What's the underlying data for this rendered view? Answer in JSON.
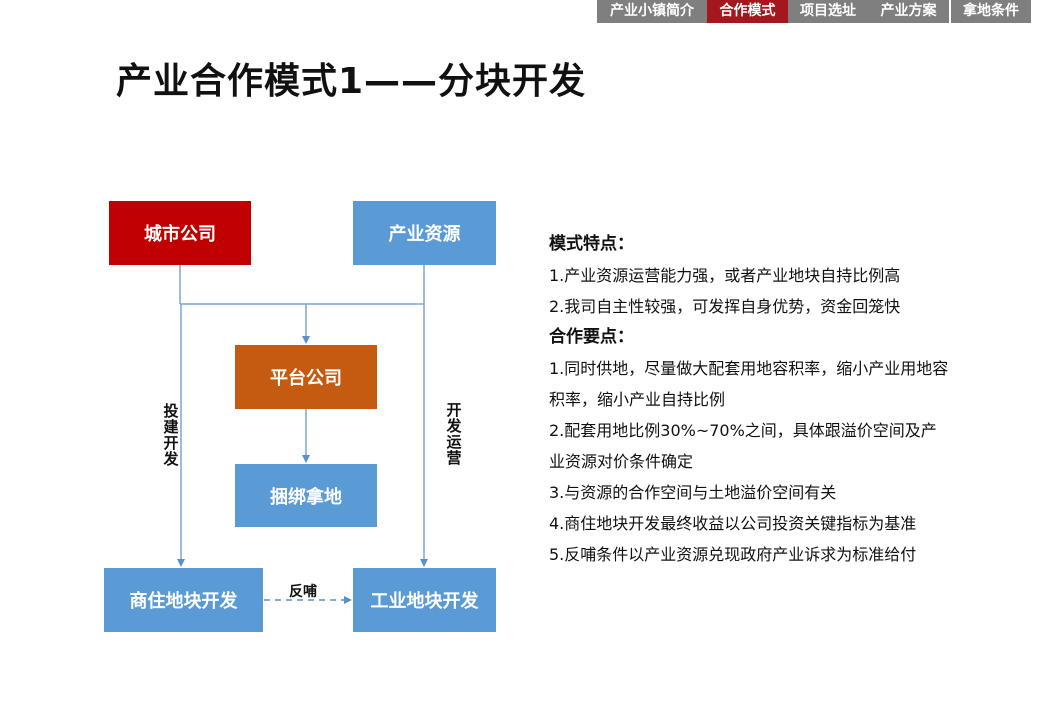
{
  "nav": {
    "tabs": [
      {
        "label": "产业小镇简介",
        "active": false
      },
      {
        "label": "合作模式",
        "active": true
      },
      {
        "label": "项目选址",
        "active": false
      },
      {
        "label": "产业方案",
        "active": false
      },
      {
        "label": "拿地条件",
        "active": false
      }
    ]
  },
  "title": "产业合作模式1——分块开发",
  "diagram": {
    "nodes": {
      "city_company": "城市公司",
      "industry_resources": "产业资源",
      "platform_company": "平台公司",
      "bundled_land": "捆绑拿地",
      "commercial_residential_dev": "商住地块开发",
      "industrial_dev": "工业地块开发"
    },
    "edge_labels": {
      "left": "投建开发",
      "right": "开发运营",
      "feedback": "反哺"
    },
    "colors": {
      "red": "#c00000",
      "blue": "#5b9bd5",
      "orange": "#c55a11",
      "line": "#5b9bd5"
    }
  },
  "panel": {
    "features_heading": "模式特点：",
    "features": [
      "1.产业资源运营能力强，或者产业地块自持比例高",
      "2.我司自主性较强，可发挥自身优势，资金回笼快"
    ],
    "key_points_heading": "合作要点：",
    "key_points": [
      "1.同时供地，尽量做大配套用地容积率，缩小产业用地容积率，缩小产业自持比例",
      "2.配套用地比例30%~70%之间，具体跟溢价空间及产业资源对价条件确定",
      "3.与资源的合作空间与土地溢价空间有关",
      "4.商住地块开发最终收益以公司投资关键指标为基准",
      "5.反哺条件以产业资源兑现政府产业诉求为标准给付"
    ]
  }
}
